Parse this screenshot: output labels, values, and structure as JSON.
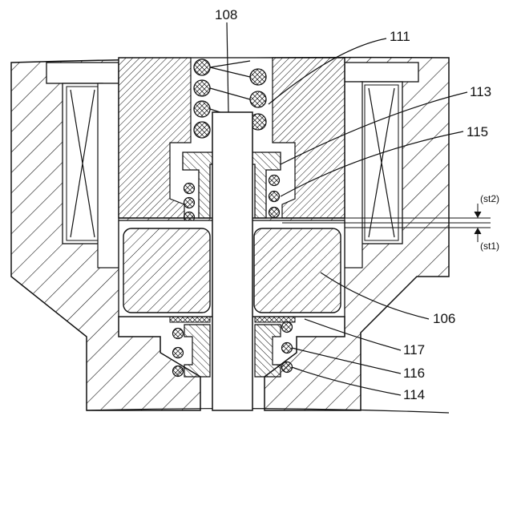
{
  "figure": {
    "labels": {
      "l108": "108",
      "l111": "111",
      "l113": "113",
      "l115": "115",
      "l106": "106",
      "l117": "117",
      "l116": "116",
      "l114": "114",
      "st2": "(st2)",
      "st1": "(st1)"
    }
  },
  "colors": {
    "line": "#111111",
    "background": "#ffffff"
  }
}
